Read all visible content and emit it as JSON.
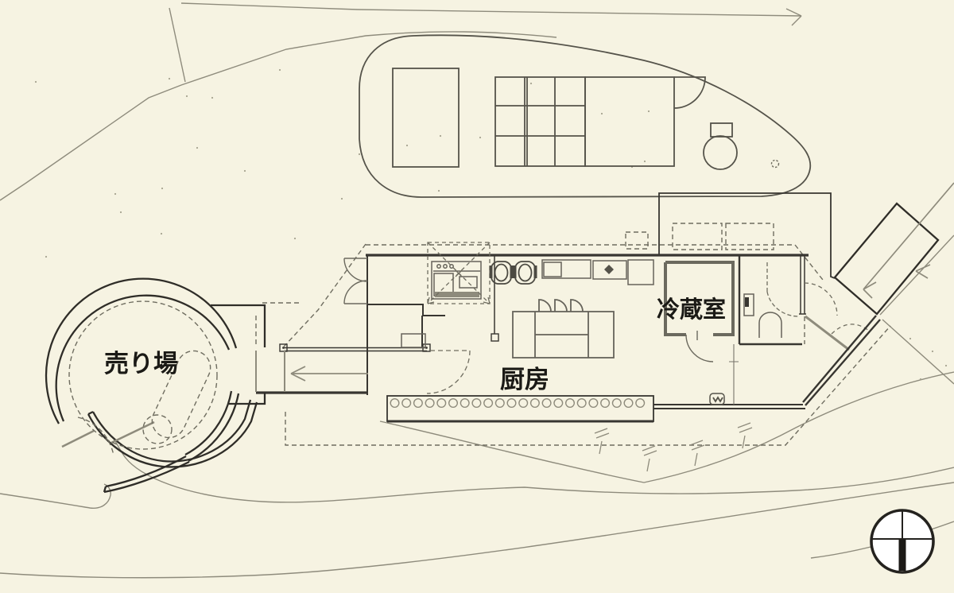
{
  "drawing": {
    "type": "architectural-site-plan",
    "labels": {
      "sales_floor": "売り場",
      "kitchen": "厨房",
      "cold_room": "冷蔵室"
    },
    "colors": {
      "background": "#f6f3e2",
      "wall": "#383631",
      "gray_line": "#8e8b7c",
      "dashed_line": "#6f6d60",
      "text": "#1b1a16",
      "compass_fill": "#ffffff"
    },
    "symbols": {
      "north_indicator": "compass-cross-circle",
      "entry_arrow_count": 3,
      "colonnade_circle_count": 22
    }
  }
}
